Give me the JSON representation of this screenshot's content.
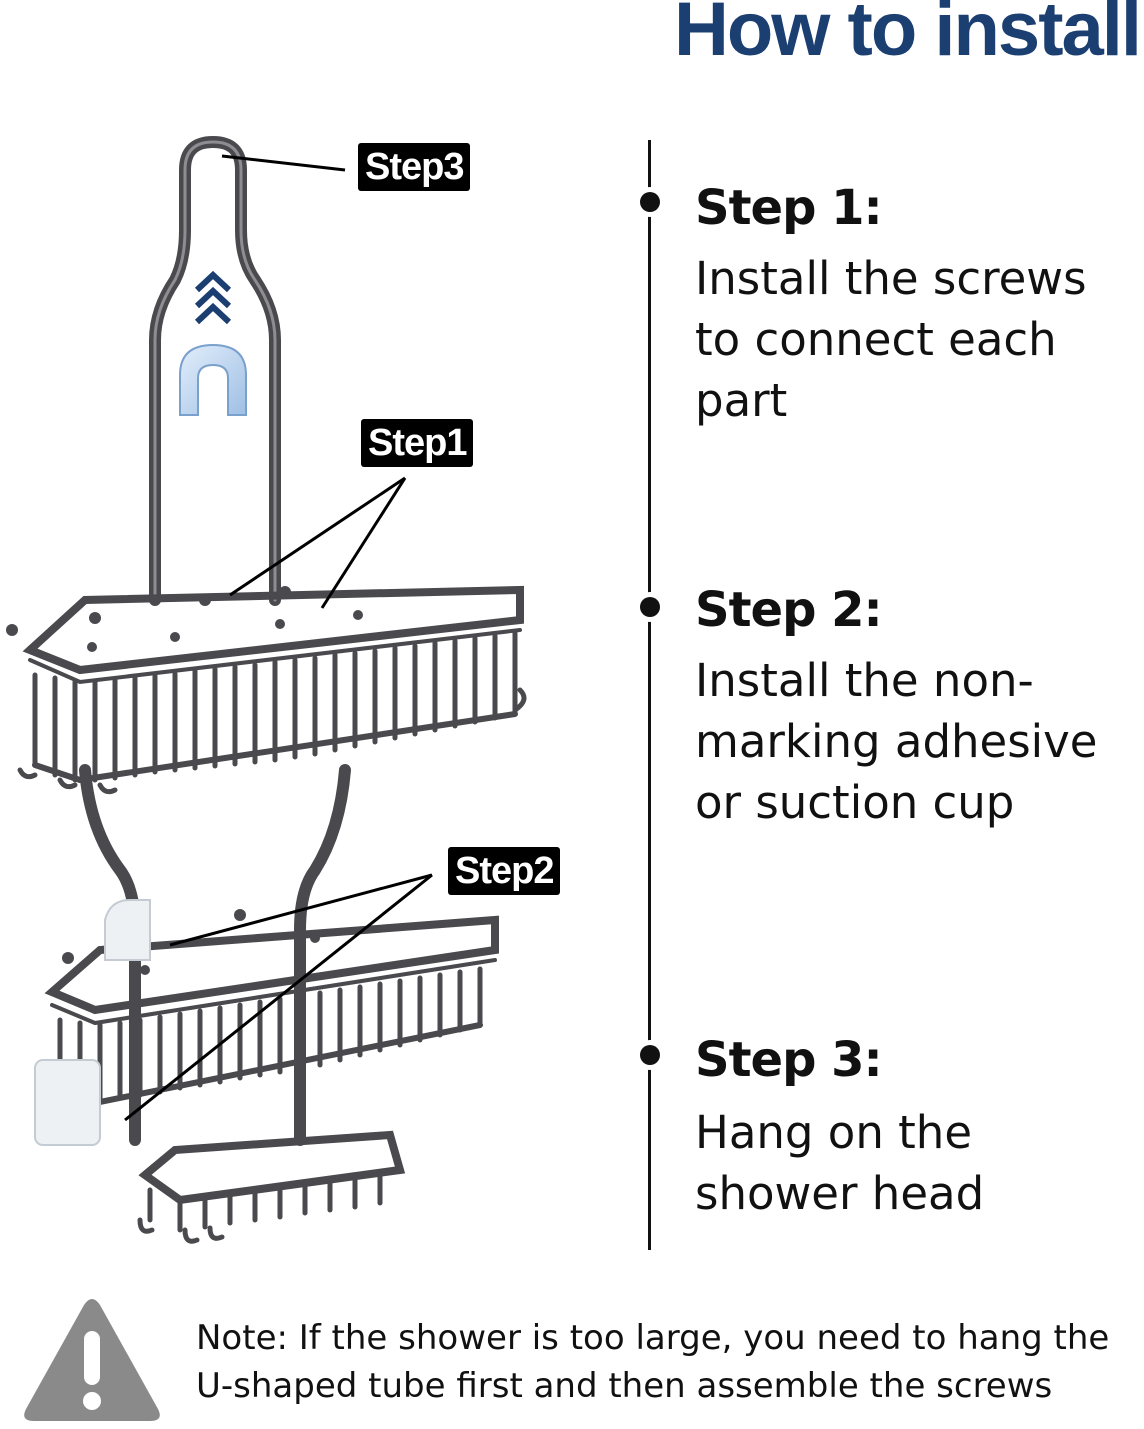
{
  "title": "How to install",
  "callouts": {
    "step1_tag": "Step1",
    "step2_tag": "Step2",
    "step3_tag": "Step3"
  },
  "steps": [
    {
      "heading": "Step 1:",
      "body": "Install the screws to connect each part"
    },
    {
      "heading": "Step 2:",
      "body": "Install the non-marking adhesive or suction cup"
    },
    {
      "heading": "Step 3:",
      "body": "Hang on the shower head"
    }
  ],
  "note": {
    "icon": "warning-icon",
    "text": "Note: If the shower is too large, you need to hang the U-shaped tube first and then assemble the screws"
  },
  "colors": {
    "title": "#1c3f72",
    "caddy_metal": "#4a4a4e",
    "warning": "#8a8a8a"
  }
}
